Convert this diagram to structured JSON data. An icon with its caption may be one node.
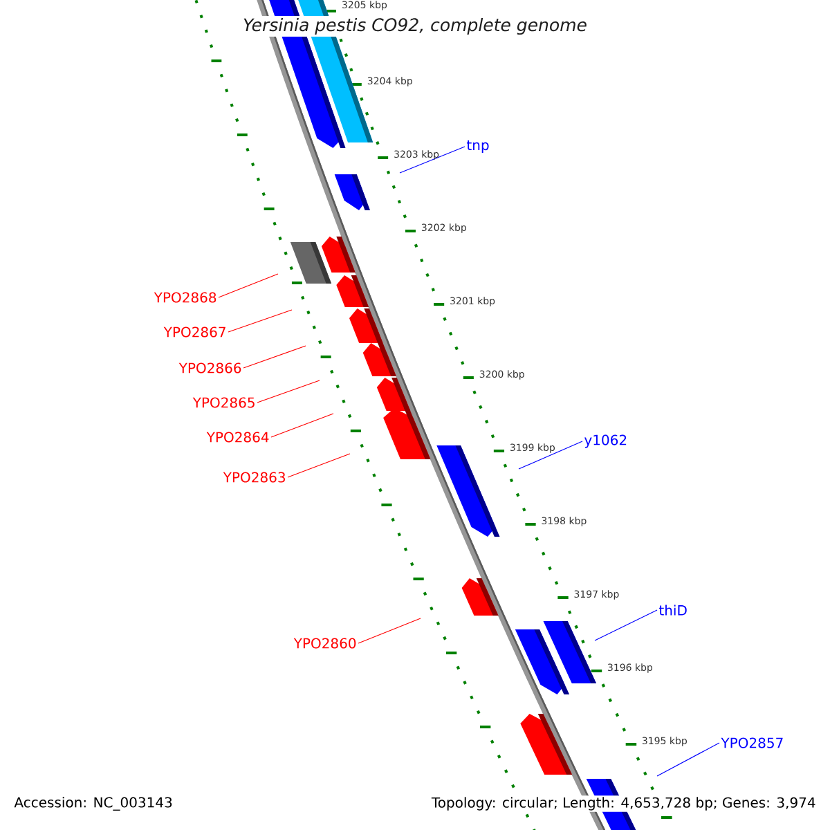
{
  "diagram": {
    "title": "Yersinia pestis CO92, complete genome",
    "nodes": [
      {
        "text": [
          "tnp"
        ]
      },
      {
        "text": [
          "YPO2868"
        ]
      },
      {
        "text": [
          "YPO2867"
        ]
      },
      {
        "text": [
          "YPO2866"
        ]
      },
      {
        "text": [
          "YPO2865"
        ]
      },
      {
        "text": [
          "YPO2864"
        ]
      },
      {
        "text": [
          "y1062"
        ]
      },
      {
        "text": [
          "YPO2863"
        ]
      },
      {
        "text": [
          "thiD"
        ]
      },
      {
        "text": [
          "YPO2860"
        ]
      },
      {
        "text": [
          "YPO2857"
        ]
      }
    ],
    "edges": [
      {
        "from": 0,
        "to": null,
        "arrow": "none",
        "color": "#0000ff"
      },
      {
        "from": 1,
        "to": null,
        "arrow": "none"
      },
      {
        "from": 2,
        "to": null,
        "arrow": "none"
      },
      {
        "from": 3,
        "to": null,
        "arrow": "none"
      },
      {
        "from": 4,
        "to": null,
        "arrow": "none"
      },
      {
        "from": 5,
        "to": null,
        "arrow": "none"
      },
      {
        "from": 6,
        "to": null,
        "arrow": "none",
        "color": "#0000ff"
      },
      {
        "from": 7,
        "to": null,
        "arrow": "none"
      },
      {
        "from": 8,
        "to": null,
        "arrow": "none",
        "color": "#0000ff"
      },
      {
        "from": 9,
        "to": null,
        "arrow": "none"
      },
      {
        "from": 10,
        "to": null,
        "arrow": "none",
        "color": "#0000ff"
      }
    ],
    "labels": [
      "3205 kbp",
      "3204 kbp",
      "3203 kbp",
      "3202 kbp",
      "3201 kbp",
      "3200 kbp",
      "3199 kbp",
      "3198 kbp",
      "3197 kbp",
      "3196 kbp",
      "3195 kbp",
      "Accession: NC_003143",
      "Topology: circular; Length: 4,653,728 bp; Genes: 3,974"
    ]
  }
}
